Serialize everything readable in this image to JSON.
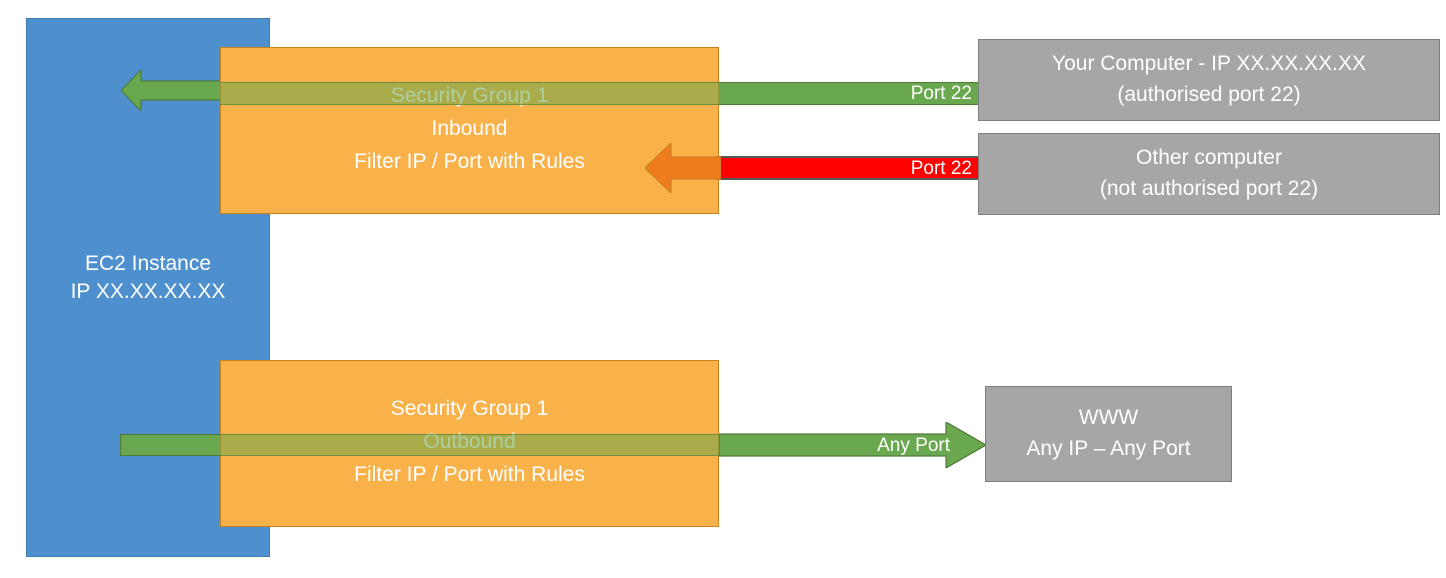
{
  "diagram": {
    "title": "AWS EC2 Security Group inbound and outbound traffic filtering",
    "colors": {
      "ec2_blue": "#4e8fcd",
      "security_group_orange": "#f9b14a",
      "allowed_green": "#6aa84f",
      "blocked_red": "#fe0000",
      "blocked_arrow_orange": "#f07c1e",
      "endpoint_grey": "#a6a6a6"
    }
  },
  "ec2": {
    "name": "EC2 Instance",
    "ip": "IP XX.XX.XX.XX"
  },
  "security_groups": [
    {
      "id": "inbound",
      "name": "Security Group 1",
      "direction": "Inbound",
      "rules": "Filter IP / Port with Rules"
    },
    {
      "id": "outbound",
      "name": "Security Group 1",
      "direction": "Outbound",
      "rules": "Filter IP / Port with Rules"
    }
  ],
  "connections": {
    "allowed_inbound": {
      "label": "Port 22",
      "status": "allowed",
      "color": "#6aa84f"
    },
    "blocked_inbound": {
      "label": "Port 22",
      "status": "blocked",
      "color": "#fe0000"
    },
    "allowed_outbound": {
      "label": "Any Port",
      "status": "allowed",
      "color": "#6aa84f"
    }
  },
  "endpoints": [
    {
      "id": "your-computer",
      "line1": "Your Computer - IP XX.XX.XX.XX",
      "line2": "(authorised port 22)"
    },
    {
      "id": "other-computer",
      "line1": "Other computer",
      "line2": "(not authorised port 22)"
    },
    {
      "id": "www",
      "line1": "WWW",
      "line2": "Any IP – Any Port"
    }
  ]
}
